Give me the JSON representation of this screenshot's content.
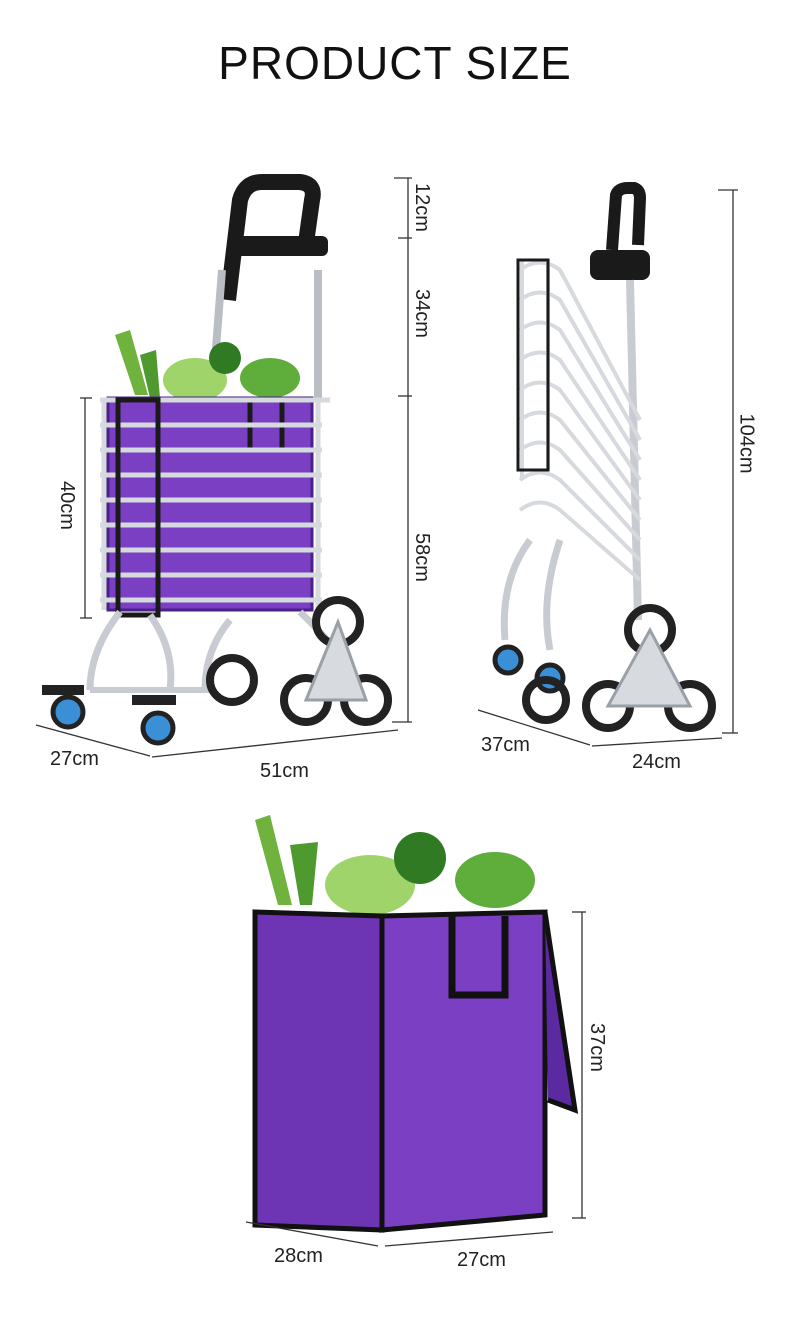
{
  "title": "PRODUCT SIZE",
  "colors": {
    "bag": "#7b3fc4",
    "bag_dark": "#5b2aa0",
    "frame": "#c8ccd2",
    "wheel": "#222222",
    "caster": "#3b8fd6",
    "veg": "#4aa83a"
  },
  "dimensions": {
    "front_handle": "12cm",
    "front_upper": "34cm",
    "front_lower": "58cm",
    "front_basket_height": "40cm",
    "front_depth": "27cm",
    "front_width": "51cm",
    "side_height": "104cm",
    "side_depth": "37cm",
    "side_width": "24cm",
    "bag_height": "37cm",
    "bag_depth": "28cm",
    "bag_width": "27cm"
  }
}
